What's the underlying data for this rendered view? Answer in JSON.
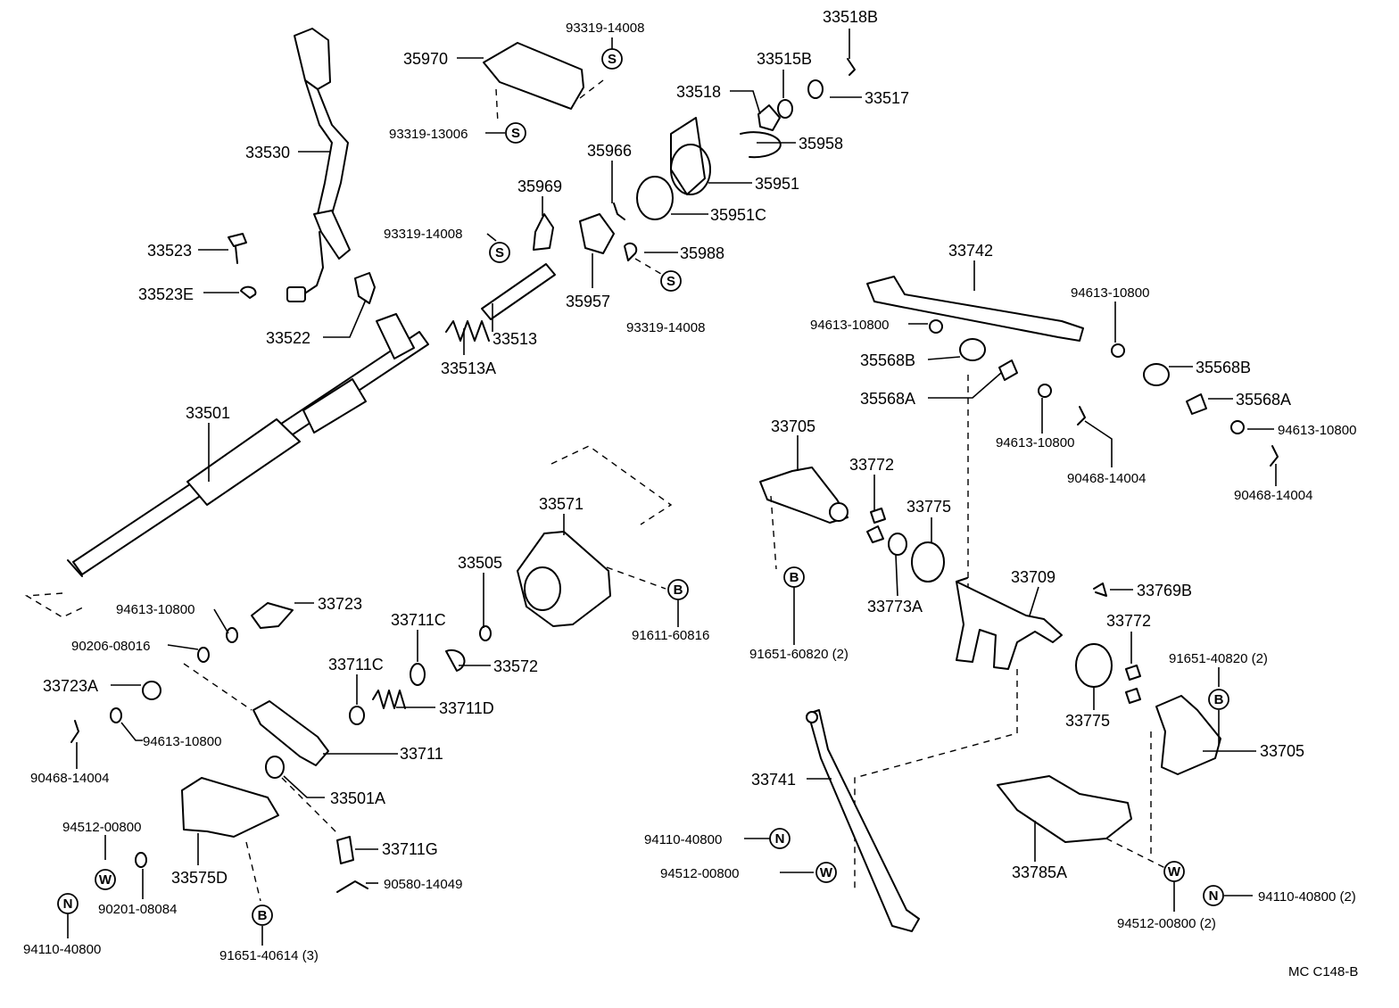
{
  "catalog_ref": "MC  C148-B",
  "part_numbers": {
    "p33518B": "33518B",
    "p93319_14008_a": "93319-14008",
    "p35970": "35970",
    "p33515B": "33515B",
    "p33518": "33518",
    "p33517": "33517",
    "p93319_13006": "93319-13006",
    "p35958": "35958",
    "p33530": "33530",
    "p35966": "35966",
    "p35951": "35951",
    "p35969": "35969",
    "p93319_14008_b": "93319-14008",
    "p35951C": "35951C",
    "p33523": "33523",
    "p35988": "35988",
    "p33523E": "33523E",
    "p35957": "35957",
    "p93319_14008_c": "93319-14008",
    "p33742": "33742",
    "p94613_10800_a": "94613-10800",
    "p33522": "33522",
    "p33513": "33513",
    "p94613_10800_b": "94613-10800",
    "p33513A": "33513A",
    "p35568B_a": "35568B",
    "p35568B_b": "35568B",
    "p35568A_a": "35568A",
    "p35568A_b": "35568A",
    "p33501": "33501",
    "p94613_10800_c": "94613-10800",
    "p94613_10800_d": "94613-10800",
    "p33705_a": "33705",
    "p90468_14004_a": "90468-14004",
    "p33772_a": "33772",
    "p90468_14004_b": "90468-14004",
    "p33571": "33571",
    "p33775_a": "33775",
    "p33505": "33505",
    "p33709": "33709",
    "p33769B": "33769B",
    "p33723": "33723",
    "p94613_10800_e": "94613-10800",
    "p33773A": "33773A",
    "p91611_60816": "91611-60816",
    "p33711C_a": "33711C",
    "p33772_b": "33772",
    "p90206_08016": "90206-08016",
    "p91651_60820": "91651-60820 (2)",
    "p91651_40820": "91651-40820 (2)",
    "p33572": "33572",
    "p33711C_b": "33711C",
    "p33723A": "33723A",
    "p33711D": "33711D",
    "p33775_b": "33775",
    "p94613_10800_f": "94613-10800",
    "p33705_b": "33705",
    "p33711": "33711",
    "p90468_14004_c": "90468-14004",
    "p33741": "33741",
    "p33501A": "33501A",
    "p94512_00800_a": "94512-00800",
    "p94110_40800_a": "94110-40800",
    "p33711G": "33711G",
    "p33785A": "33785A",
    "p33575D": "33575D",
    "p94512_00800_b": "94512-00800",
    "p90580_14049": "90580-14049",
    "p90201_08084": "90201-08084",
    "p94512_00800_c": "94512-00800 (2)",
    "p94110_40800_c": "94110-40800 (2)",
    "p94110_40800_b": "94110-40800",
    "p91651_40614": "91651-40614 (3)"
  },
  "symbols": {
    "s": "S",
    "b": "B",
    "w": "W",
    "n": "N"
  }
}
